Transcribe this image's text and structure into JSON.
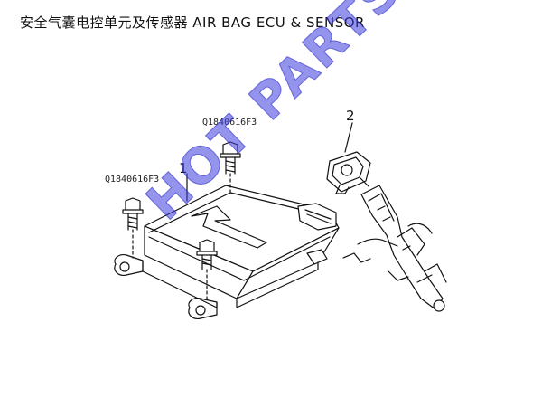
{
  "title": "安全气囊电控单元及传感器 AIR BAG ECU & SENSOR",
  "parts": [
    {
      "callout": "1"
    },
    {
      "callout": "2"
    }
  ],
  "bolt_codes": [
    "Q1840616F3",
    "Q1840616F3"
  ],
  "watermark": "HOT PARTS",
  "colors": {
    "line": "#111111",
    "watermark": "#3c3cdc"
  }
}
